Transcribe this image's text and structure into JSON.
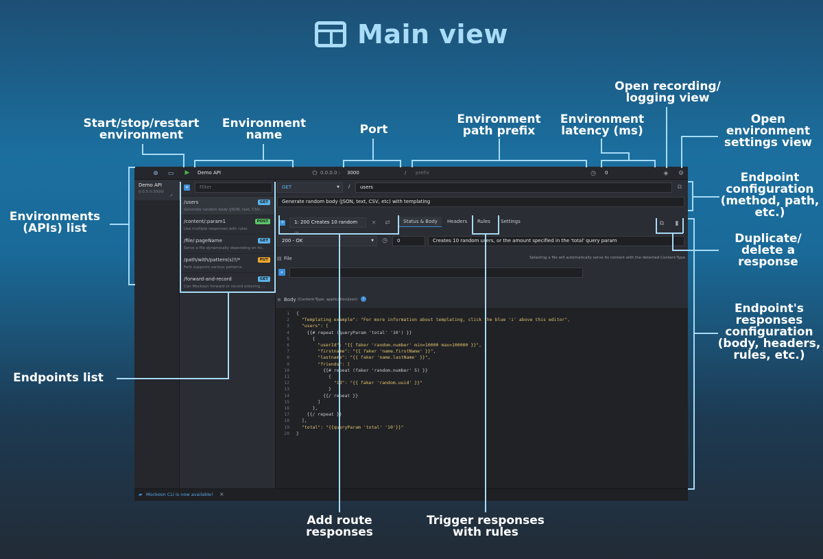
{
  "title": "Main view",
  "annotations": {
    "start_stop": "Start/stop/restart\nenvironment",
    "env_name": "Environment\nname",
    "port": "Port",
    "prefix": "Environment\npath prefix",
    "latency": "Environment\nlatency (ms)",
    "recording": "Open recording/\nlogging view",
    "settings": "Open\nenvironment\nsettings view",
    "env_list": "Environments\n(APIs) list",
    "endpoint_config": "Endpoint\nconfiguration\n(method, path,\netc.)",
    "duplicate": "Duplicate/\ndelete a\nresponse",
    "responses_config": "Endpoint's\nresponses\nconfiguration\n(body, headers,\nrules, etc.)",
    "endpoints_list": "Endpoints list",
    "add_route": "Add route\nresponses",
    "rules": "Trigger responses\nwith rules"
  },
  "app": {
    "env_name_field": "Demo API",
    "host_label": "0.0.0.0 :",
    "port_value": "3000",
    "prefix_placeholder": "prefix",
    "latency_value": "0",
    "environments": [
      {
        "name": "Demo API",
        "sub": "0.0.0.0:3000/"
      }
    ],
    "filter_placeholder": "Filter",
    "routes": [
      {
        "path": "/users",
        "desc": "Generate random body (JSON, text, CSV, ...",
        "method": "GET"
      },
      {
        "path": "/content/:param1",
        "desc": "Use multiple responses with rules",
        "method": "POST"
      },
      {
        "path": "/file/:pageName",
        "desc": "Serve a file dynamically depending on its...",
        "method": "GET"
      },
      {
        "path": "/path/with/pattern(s)?/*",
        "desc": "Path supports various patterns",
        "method": "PUT"
      },
      {
        "path": "/forward-and-record",
        "desc": "Can Mockoon forward or record entering ...",
        "method": "GET"
      }
    ],
    "method": "GET",
    "path_sep": "/",
    "path_value": "users",
    "route_description": "Generate random body (JSON, text, CSV, etc) with templating",
    "response_select": "1: 200   Creates 10 random ...",
    "tabs": [
      "Status & Body",
      "Headers",
      "Rules",
      "Settings"
    ],
    "status": "200 - OK",
    "response_latency": "0",
    "response_description": "Creates 10 random users, or the amount specified in the 'total' query param",
    "file_label": "File",
    "file_hint": "Selecting a file will automatically serve its content with the detected Content-Type",
    "body_label": "Body",
    "body_hint": "(Content-Type: application/json)",
    "code_lines": [
      "{",
      "  \"Templating example\": \"For more information about templating, click the blue 'i' above this editor\",",
      "  \"users\": [",
      "    {{# repeat (queryParam 'total' '10') }}",
      "      {",
      "        \"userId\": \"{{ faker 'random.number' min=10000 max=100000 }}\",",
      "        \"firstname\": \"{{ faker 'name.firstName' }}\",",
      "        \"lastname\": \"{{ faker 'name.lastName' }}\",",
      "        \"friends\": [",
      "          {{# repeat (faker 'random.number' 5) }}",
      "            {",
      "              \"id\": \"{{ faker 'random.uuid' }}\"",
      "            }",
      "          {{/ repeat }}",
      "        ]",
      "      },",
      "    {{/ repeat }}",
      "  ],",
      "  \"total\": \"{{queryParam 'total' '10'}}\"",
      "}"
    ],
    "footer_text": "Mockoon CLI is now available!",
    "footer_close": "×"
  }
}
